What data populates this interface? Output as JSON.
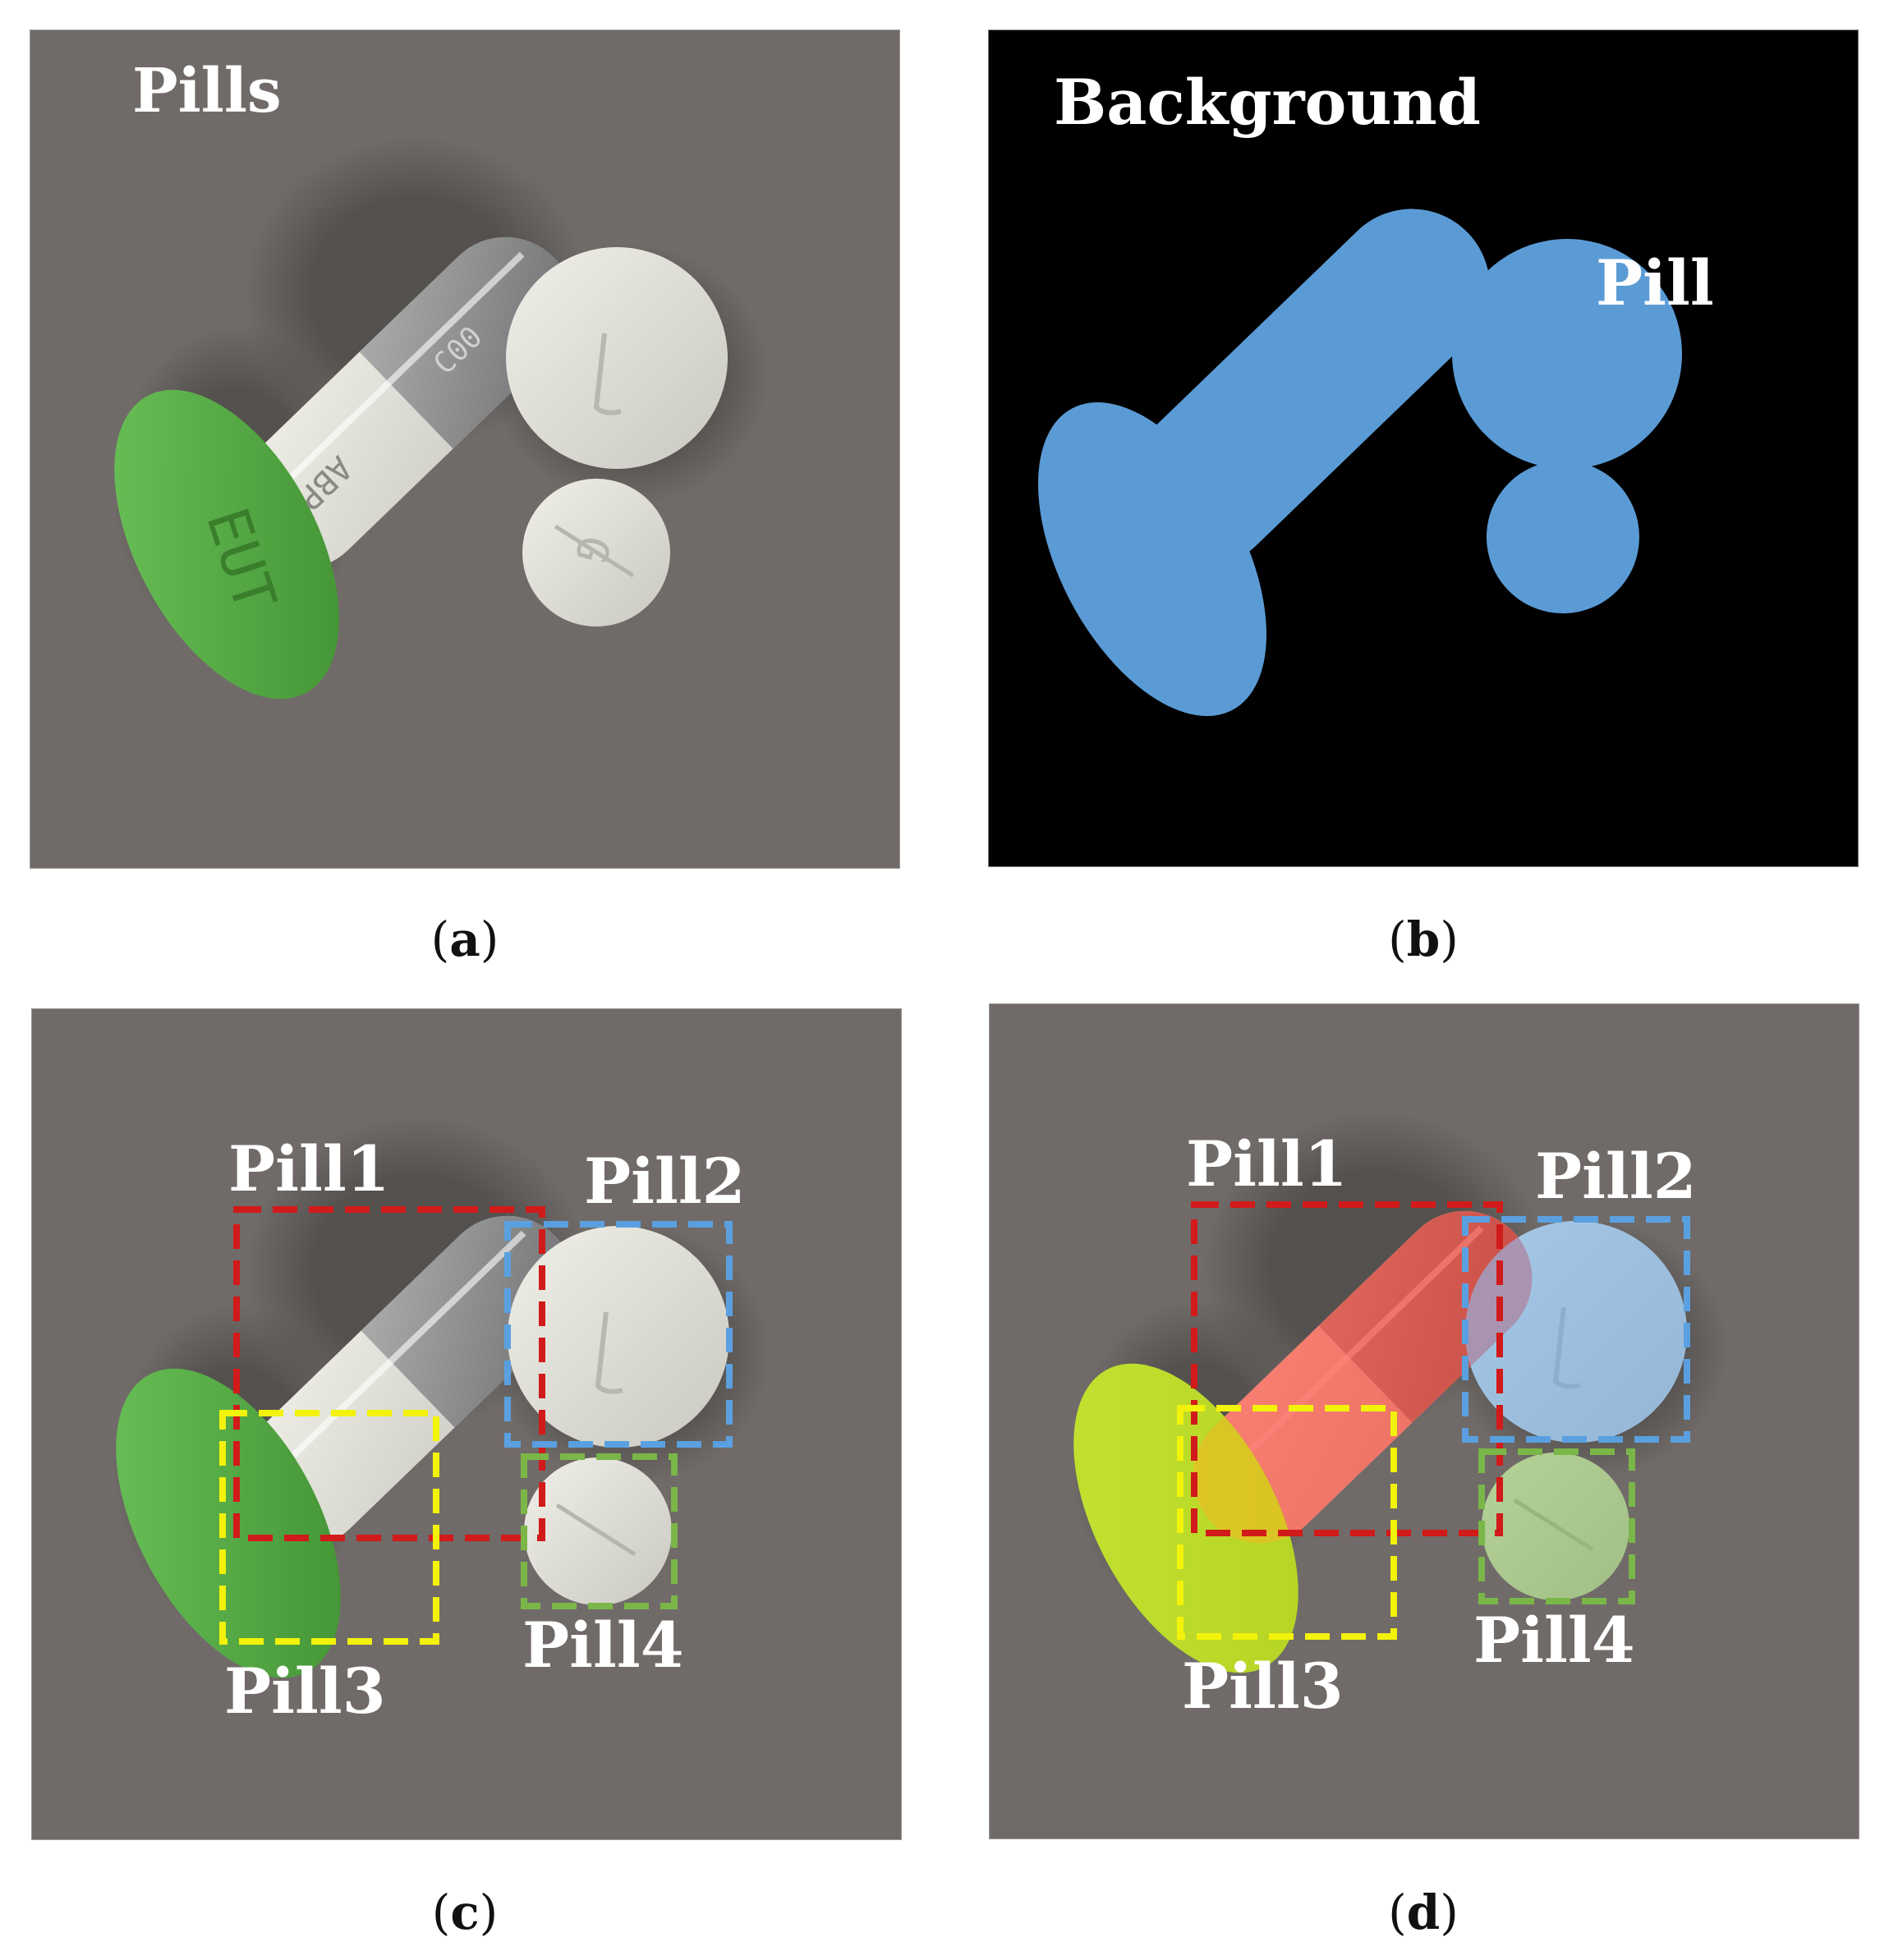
{
  "figure": {
    "panel_a": {
      "caption_letter": "a",
      "label": "Pills",
      "imprint_capsule_top": "ABP",
      "imprint_capsule_bottom": "C00",
      "imprint_green_tablet": "EUT",
      "imprint_small_tablet": "G"
    },
    "panel_b": {
      "caption_letter": "b",
      "background_label": "Background",
      "pill_label": "Pill",
      "background_color": "#000000",
      "mask_color": "#5b9bd5"
    },
    "panel_c": {
      "caption_letter": "c",
      "boxes": [
        {
          "label": "Pill1",
          "color": "#d11a1a"
        },
        {
          "label": "Pill2",
          "color": "#5aa0e0"
        },
        {
          "label": "Pill3",
          "color": "#f2f20a"
        },
        {
          "label": "Pill4",
          "color": "#7ab648"
        }
      ]
    },
    "panel_d": {
      "caption_letter": "d",
      "boxes": [
        {
          "label": "Pill1",
          "color": "#d11a1a"
        },
        {
          "label": "Pill2",
          "color": "#5aa0e0"
        },
        {
          "label": "Pill3",
          "color": "#f2f20a"
        },
        {
          "label": "Pill4",
          "color": "#7ab648"
        }
      ]
    }
  }
}
